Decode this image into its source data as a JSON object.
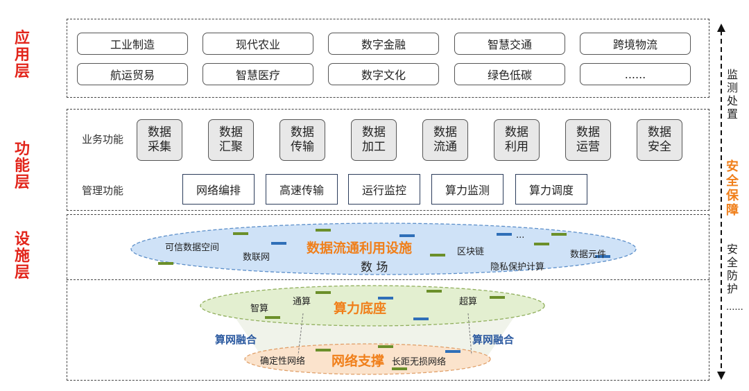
{
  "layers": {
    "application": "应用层",
    "function": "功能层",
    "infrastructure": "设施层"
  },
  "apps": [
    [
      "工业制造",
      "现代农业",
      "数字金融",
      "智慧交通",
      "跨境物流"
    ],
    [
      "航运贸易",
      "智慧医疗",
      "数字文化",
      "绿色低碳",
      "......"
    ]
  ],
  "functions": {
    "business_label": "业务功能",
    "business": [
      "数据\n采集",
      "数据\n汇聚",
      "数据\n传输",
      "数据\n加工",
      "数据\n流通",
      "数据\n利用",
      "数据\n运营",
      "数据\n安全"
    ],
    "management_label": "管理功能",
    "management": [
      "网络编排",
      "高速传输",
      "运行监控",
      "算力监测",
      "算力调度"
    ]
  },
  "data_field": {
    "title": "数据流通利用设施",
    "subtitle": "数 场",
    "items": [
      "可信数据空间",
      "数联网",
      "区块链",
      "隐私保护计算",
      "数据元件",
      "..."
    ]
  },
  "compute": {
    "title": "算力底座",
    "items": [
      "智算",
      "通算",
      "超算"
    ]
  },
  "convergence": {
    "left": "算网融合",
    "right": "算网融合"
  },
  "network": {
    "title": "网络支撑",
    "items": [
      "确定性网络",
      "长距无损网络"
    ]
  },
  "right_column": {
    "top": "监测处置",
    "middle": "安全保障",
    "bottom": "安全防护",
    "ellipsis": "......"
  },
  "colors": {
    "layer_label": "#e2251b",
    "accent_orange": "#f07f1a",
    "convergence_blue": "#2c5aa0",
    "ellipse_blue": "#cfe2f7",
    "ellipse_green": "#e3efd0",
    "ellipse_orange": "#fbe3cc"
  }
}
